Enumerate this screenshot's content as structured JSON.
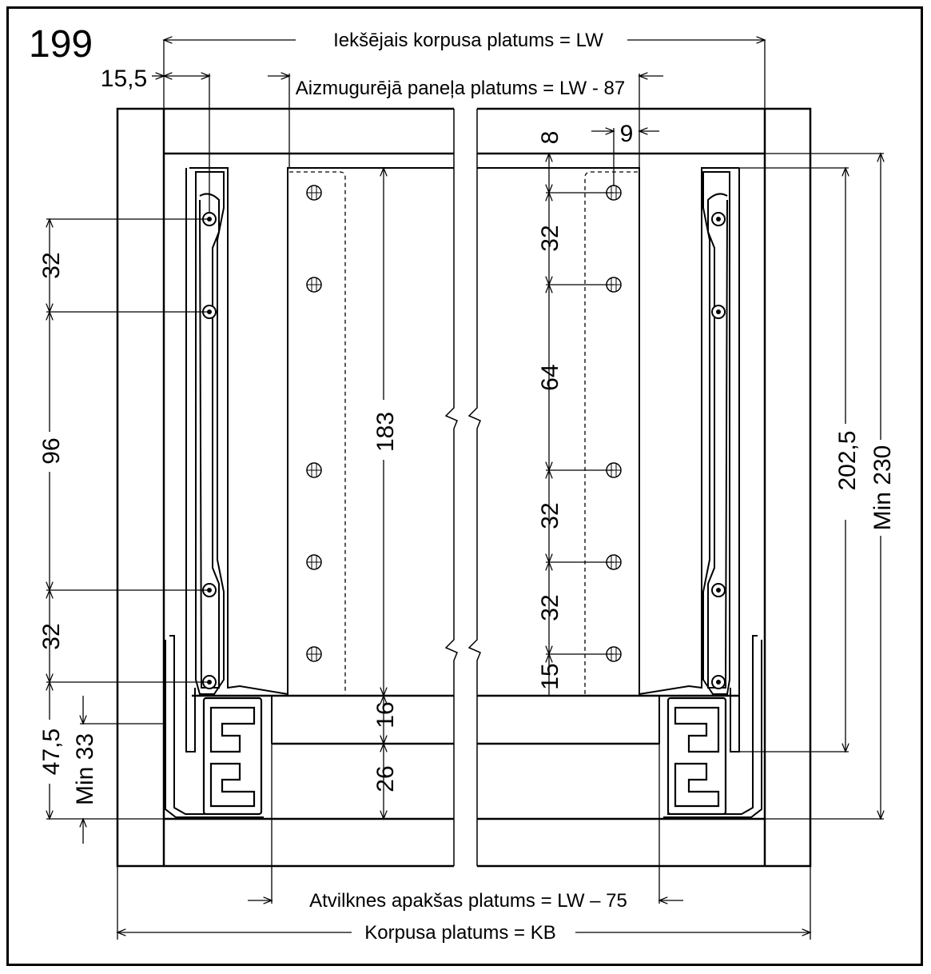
{
  "page_number": "199",
  "labels": {
    "inner_width": "Iekšējais korpusa platums = LW",
    "back_panel_width": "Aizmugurējā paneļa platums = LW - 87",
    "drawer_bottom_width": "Atvilknes apakšas platums = LW – 75",
    "cabinet_width": "Korpusa platums = KB"
  },
  "dimensions": {
    "d15_5": "15,5",
    "d9": "9",
    "d8": "8",
    "d32_a": "32",
    "d96": "96",
    "d32_b": "32",
    "d47_5": "47,5",
    "dmin33": "Min 33",
    "d183": "183",
    "d16": "16",
    "d26": "26",
    "d32_c": "32",
    "d64": "64",
    "d32_d": "32",
    "d32_e": "32",
    "d15": "15",
    "d202_5": "202,5",
    "dmin230": "Min 230"
  }
}
